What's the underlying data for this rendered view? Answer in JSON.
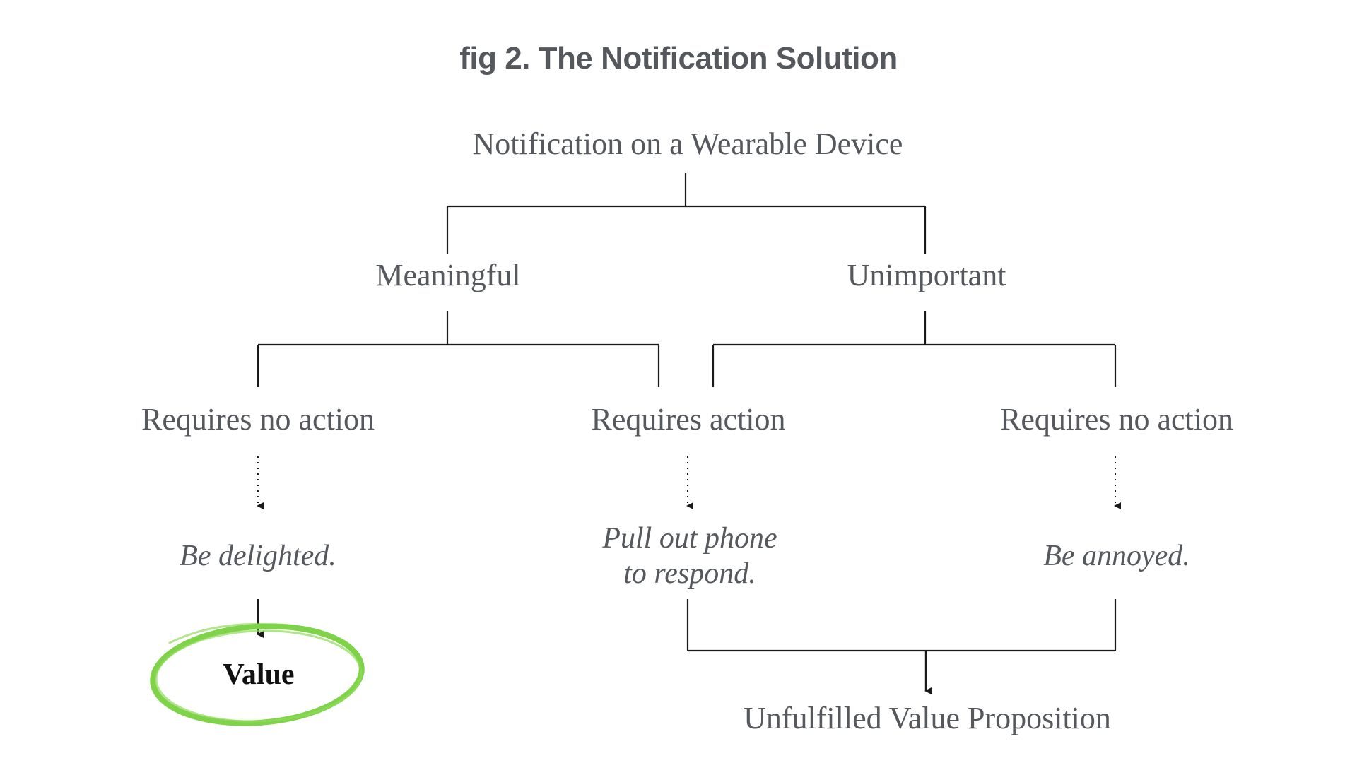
{
  "title": "fig 2. The Notification Solution",
  "nodes": {
    "root": "Notification on a Wearable Device",
    "meaningful": "Meaningful",
    "unimportant": "Unimportant",
    "meaningful_no_action": "Requires no action",
    "requires_action": "Requires action",
    "unimportant_no_action": "Requires no action",
    "delighted": "Be delighted.",
    "pull_out_line1": "Pull out phone",
    "pull_out_line2": "to respond.",
    "annoyed": "Be annoyed.",
    "value": "Value",
    "unfulfilled": "Unfulfilled Value Proposition"
  },
  "colors": {
    "text": "#55585d",
    "lines": "#1a1a1a",
    "value_circle": "#7ed348"
  }
}
